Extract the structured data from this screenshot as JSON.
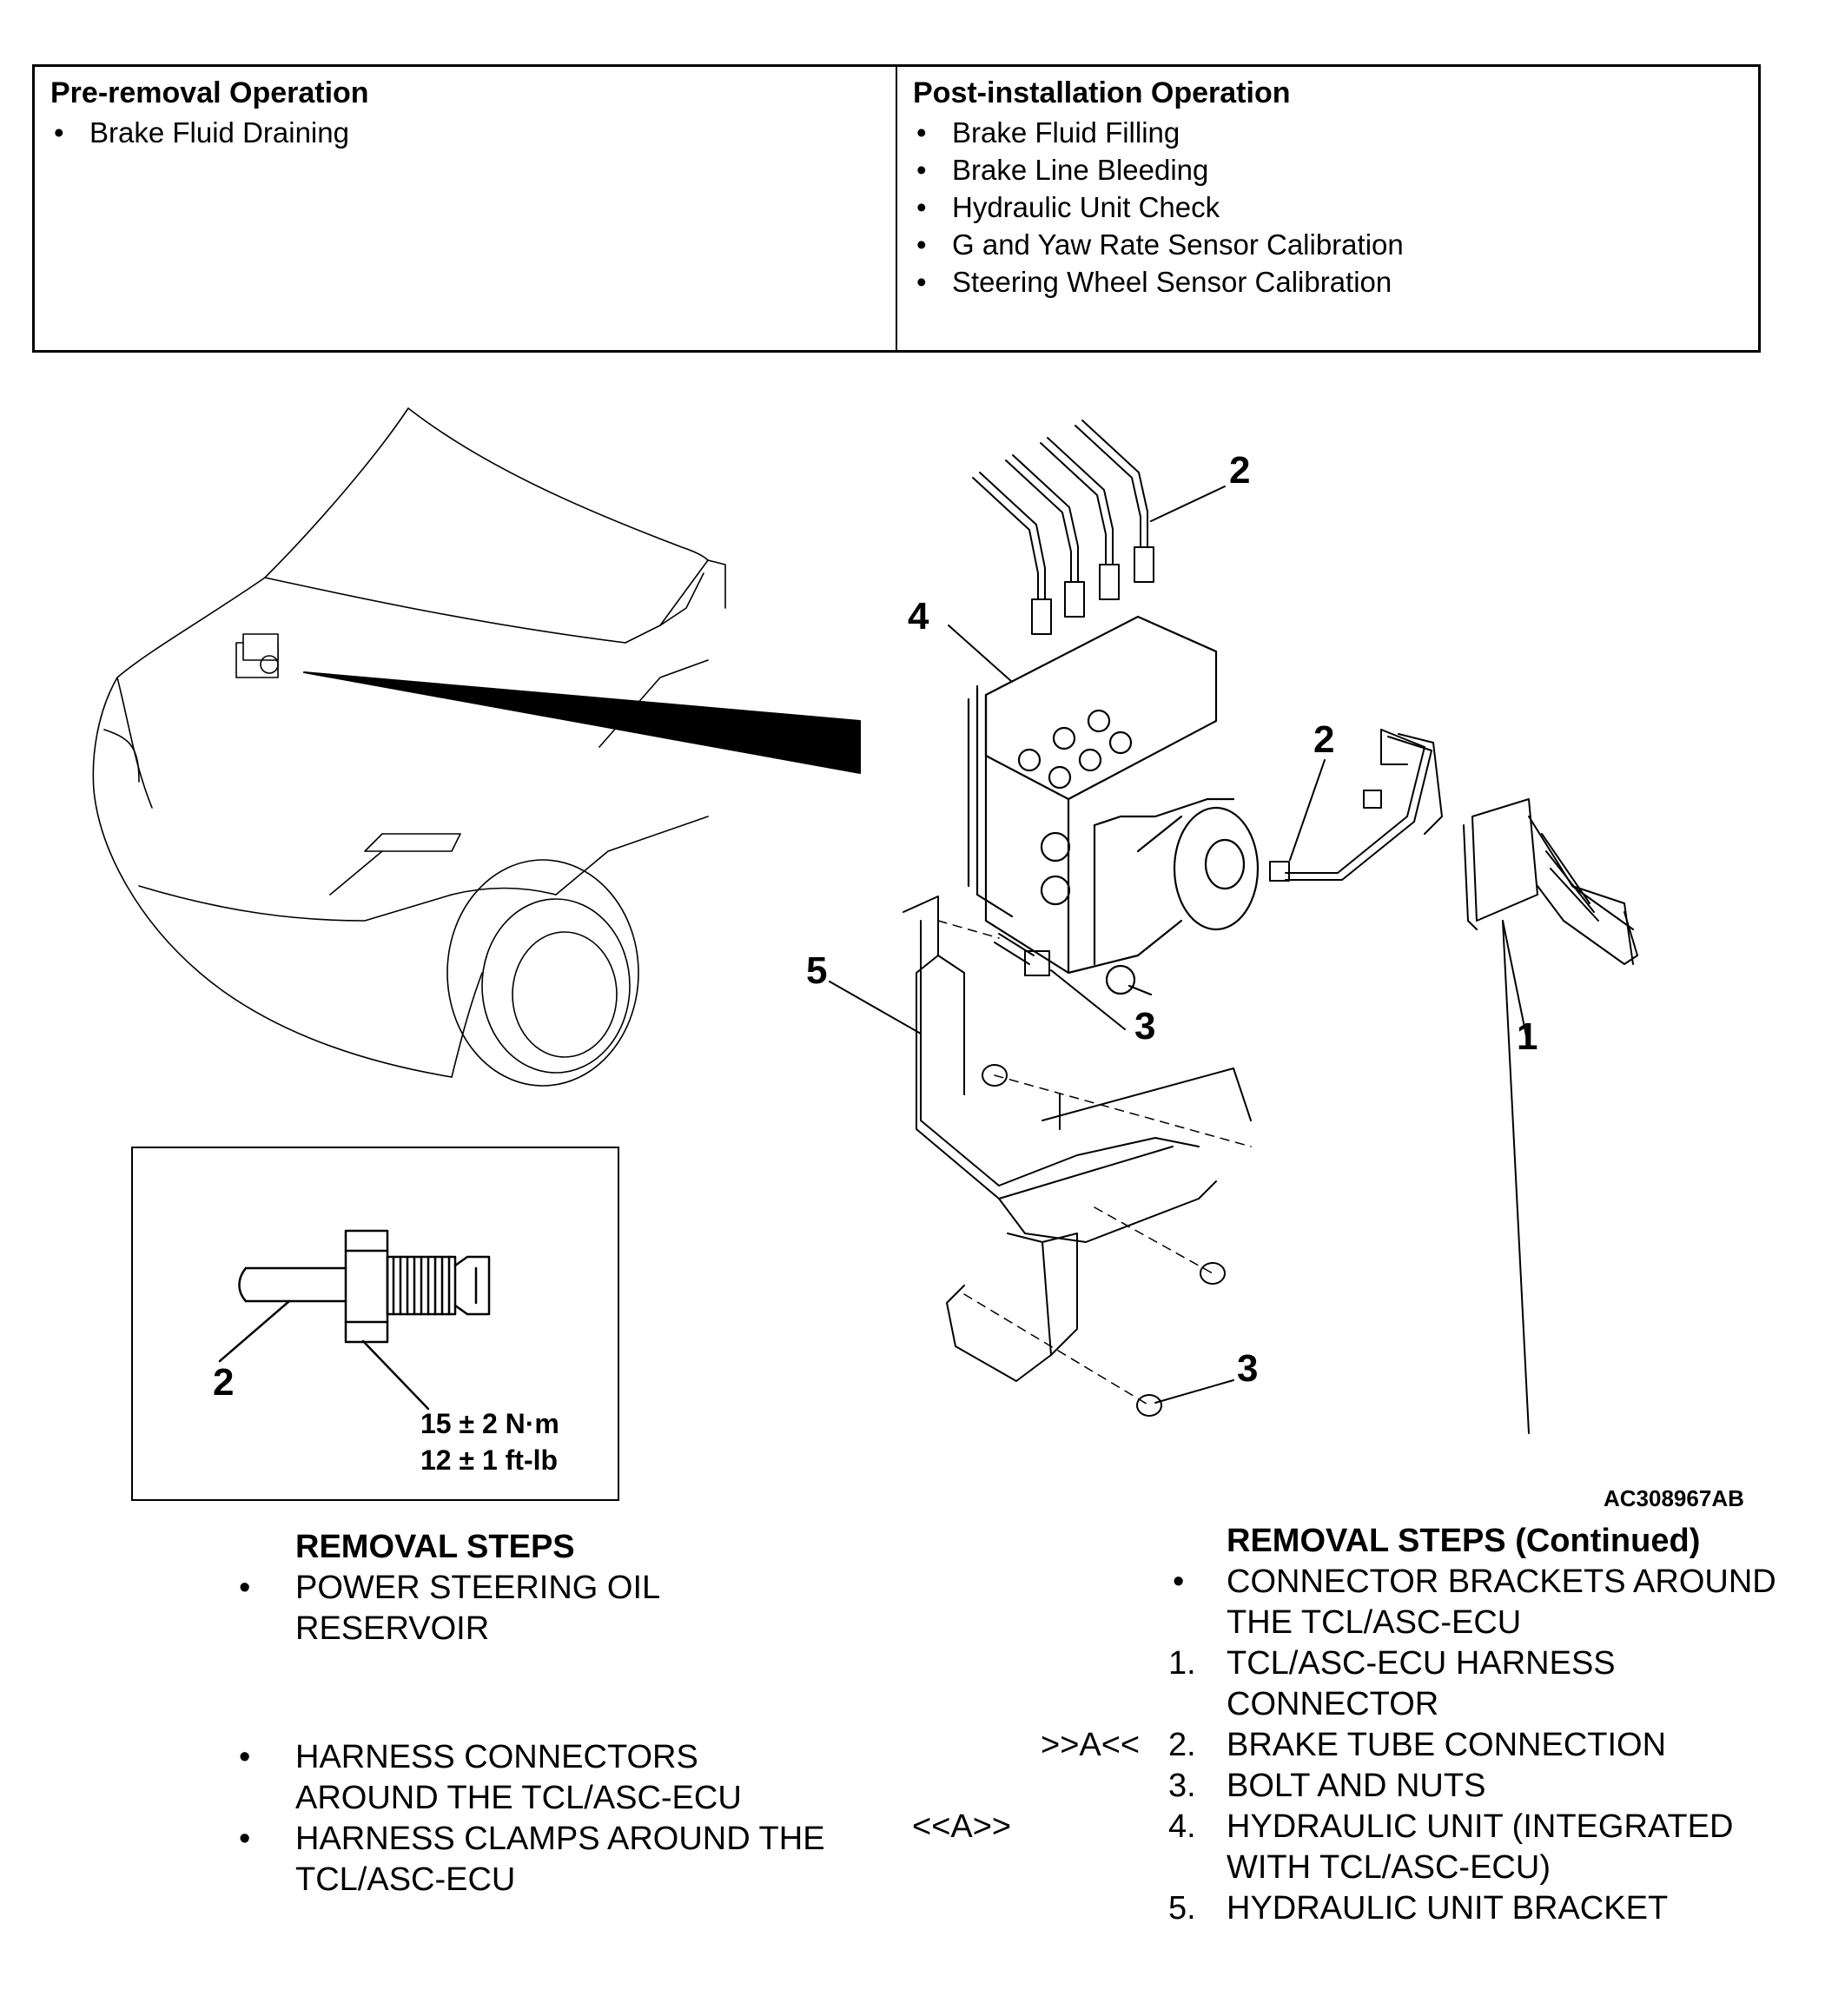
{
  "operations": {
    "pre": {
      "heading": "Pre-removal Operation",
      "items": [
        "Brake Fluid Draining"
      ]
    },
    "post": {
      "heading": "Post-installation Operation",
      "items": [
        "Brake Fluid Filling",
        "Brake Line Bleeding",
        "Hydraulic Unit Check",
        "G and Yaw Rate Sensor Calibration",
        "Steering Wheel Sensor Calibration"
      ]
    }
  },
  "diagram": {
    "callouts": {
      "c1": "1",
      "c2a": "2",
      "c2b": "2",
      "c3a": "3",
      "c3b": "3",
      "c4": "4",
      "c5": "5",
      "detail_2": "2"
    },
    "torque_nm": "15 ± 2 N·m",
    "torque_ftlb": "12 ± 1 ft-lb",
    "figure_code": "AC308967AB"
  },
  "removal_steps": {
    "heading": "REMOVAL STEPS",
    "items": [
      {
        "marker": "•",
        "text1": "POWER STEERING OIL",
        "text2": "RESERVOIR"
      },
      {
        "marker": "•",
        "text1": "HARNESS CONNECTORS",
        "text2": "AROUND THE TCL/ASC-ECU"
      },
      {
        "marker": "•",
        "text1": "HARNESS CLAMPS AROUND THE",
        "text2": "TCL/ASC-ECU"
      }
    ]
  },
  "removal_steps_continued": {
    "heading": "REMOVAL STEPS (Continued)",
    "items": [
      {
        "code": "",
        "marker": "•",
        "text1": "CONNECTOR BRACKETS AROUND",
        "text2": "THE TCL/ASC-ECU"
      },
      {
        "code": "",
        "marker": "1.",
        "text1": "TCL/ASC-ECU HARNESS",
        "text2": "CONNECTOR"
      },
      {
        "code": ">>A<<",
        "marker": "2.",
        "text1": "BRAKE TUBE CONNECTION",
        "text2": ""
      },
      {
        "code": "",
        "marker": "3.",
        "text1": "BOLT AND NUTS",
        "text2": ""
      },
      {
        "code": "<<A>>",
        "marker": "4.",
        "text1": "HYDRAULIC UNIT (INTEGRATED",
        "text2": "WITH TCL/ASC-ECU)"
      },
      {
        "code": "",
        "marker": "5.",
        "text1": "HYDRAULIC UNIT BRACKET",
        "text2": ""
      }
    ]
  }
}
